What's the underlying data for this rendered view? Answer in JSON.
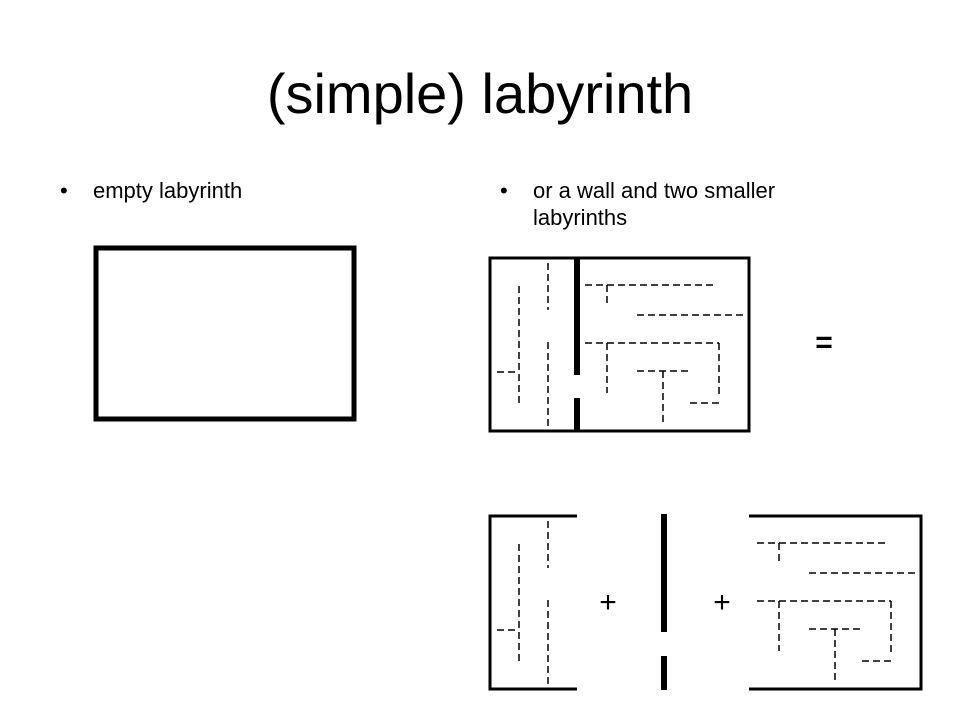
{
  "title": "(simple) labyrinth",
  "bullets": {
    "left": {
      "symbol": "•",
      "text": "empty labyrinth"
    },
    "right": {
      "symbol": "•",
      "text": "or a wall and two smaller labyrinths"
    }
  },
  "operators": {
    "equals": "=",
    "plus": "+"
  },
  "colors": {
    "ink": "#000000",
    "background": "#ffffff"
  }
}
